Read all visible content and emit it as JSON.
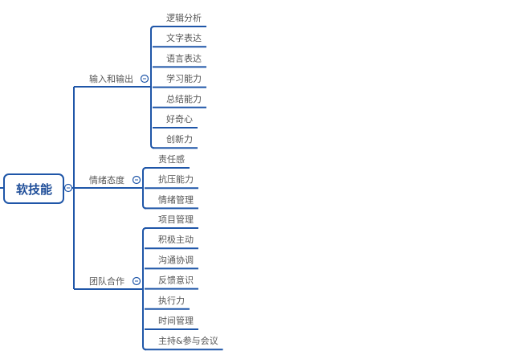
{
  "root": {
    "label": "软技能"
  },
  "colors": {
    "line": "#1f56a8",
    "text": "#555555",
    "root_text": "#1f4e99"
  },
  "branches": [
    {
      "label": "输入和输出",
      "leaves": [
        "逻辑分析",
        "文字表达",
        "语言表达",
        "学习能力",
        "总结能力",
        "好奇心",
        "创新力"
      ]
    },
    {
      "label": "情绪态度",
      "leaves": [
        "责任感",
        "抗压能力",
        "情绪管理"
      ]
    },
    {
      "label": "团队合作",
      "leaves": [
        "项目管理",
        "积极主动",
        "沟通协调",
        "反馈意识",
        "执行力",
        "时间管理",
        "主持&参与会议"
      ]
    }
  ]
}
